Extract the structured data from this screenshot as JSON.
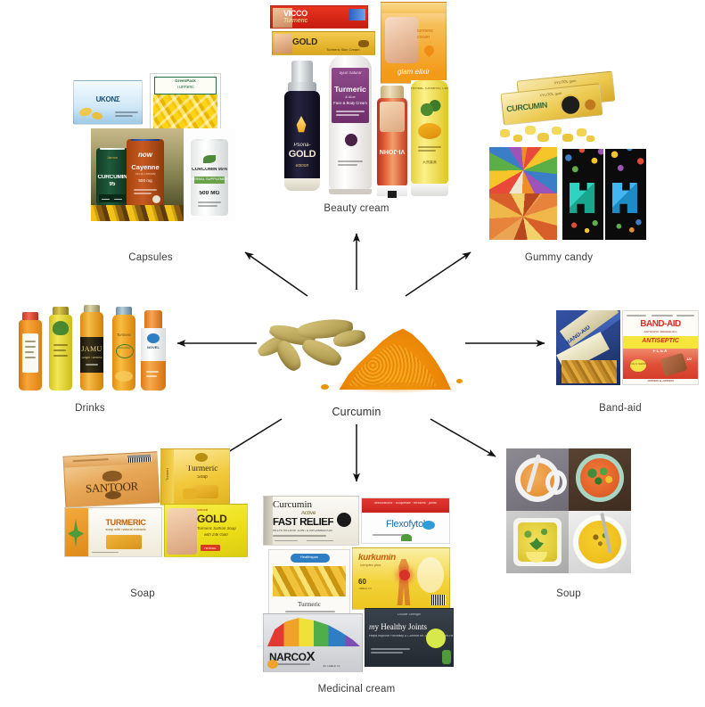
{
  "diagram": {
    "type": "radial-hub-and-spoke",
    "center": {
      "label": "Curcumin",
      "image_name": "turmeric-roots-and-powder"
    },
    "arrow_color": "#111111",
    "label_color": "#3a3a3a",
    "branch_count": 8,
    "branches": [
      {
        "id": "capsules",
        "label": "Capsules",
        "direction": "up-left",
        "products": [
          {
            "name": "UKON Σ supplement box",
            "brand": "UKONΣ",
            "type": "box",
            "color": "#e8f2fb"
          },
          {
            "name": "Turmeric capsules pack",
            "brand": "GreenPack",
            "sub": "Turmeric",
            "type": "pouch",
            "color": "#f3c518"
          },
          {
            "name": "Jarrow Formulas Curcumin 95",
            "brand": "Jarrow",
            "sub": "CURCUMIN 95",
            "type": "bottle",
            "color": "#1f5b3a"
          },
          {
            "name": "NOW Cayenne 500 mg",
            "brand": "now",
            "sub": "Cayenne",
            "dose": "500 mg",
            "type": "bottle",
            "color": "#c75a22"
          },
          {
            "name": "Curcumin 95% 500 MG bottle",
            "brand": "CURCUMIN 95%",
            "dose": "500 MG",
            "type": "bottle",
            "color": "#ffffff"
          }
        ]
      },
      {
        "id": "beauty-cream",
        "label": "Beauty cream",
        "direction": "up",
        "products": [
          {
            "name": "Vicco Turmeric cream carton",
            "brand": "VICCO",
            "sub": "Turmeric",
            "type": "carton",
            "color": "#d8271f"
          },
          {
            "name": "Gold Turmeric skin cream carton",
            "brand": "GOLD",
            "sub": "Turmeric Skin Cream with 24k Gold",
            "type": "carton",
            "color": "#e6b325"
          },
          {
            "name": "Glam Elixir turmeric cream box",
            "brand": "glam elixir",
            "sub": "turmeric cream",
            "type": "box",
            "color": "#f4a81d"
          },
          {
            "name": "Psoria-Gold pump bottle",
            "brand": "Psoria-GOLD",
            "type": "pump-bottle",
            "color": "#16142a"
          },
          {
            "name": "Ayuri Natural Turmeric face & body cream tube",
            "brand": "ayuri natural",
            "sub": "Turmeric Face & Body Cream",
            "type": "tube",
            "color": "#7b3f78"
          },
          {
            "name": "VI-JOHN turmeric cream tube",
            "brand": "VI-JOHN",
            "type": "tube",
            "color": "#d6402c"
          },
          {
            "name": "Herbal turmeric cream tube",
            "type": "tube",
            "color": "#f1d02c"
          }
        ]
      },
      {
        "id": "gummy-candy",
        "label": "Gummy candy",
        "direction": "up-right",
        "products": [
          {
            "name": "Xylitol Curcumin gum pack",
            "brand": "CURCUMIN",
            "sub": "XYLITOL gum",
            "type": "gum-pack",
            "color": "#e8c14a"
          },
          {
            "name": "Loose yellow gummy pieces",
            "type": "loose-candy",
            "color": "#f2d452"
          },
          {
            "name": "Mixed jelly beans photo",
            "type": "photo",
            "color": "#d8d44a"
          },
          {
            "name": "Assorted gummy candy photo",
            "type": "photo",
            "color": "#e2893d"
          },
          {
            "name": "Dark candy pouch pair",
            "type": "pouch",
            "color": "#111111"
          }
        ]
      },
      {
        "id": "band-aid",
        "label": "Band-aid",
        "direction": "right",
        "products": [
          {
            "name": "Band-Aid strip with turmeric photo",
            "brand": "BAND-AID",
            "type": "photo",
            "color": "#2f4f9e"
          },
          {
            "name": "Band-Aid Antiseptic box",
            "brand": "BAND-AID",
            "sub": "ANTISEPTIC",
            "count": "10",
            "type": "box",
            "color": "#e03127"
          }
        ]
      },
      {
        "id": "soup",
        "label": "Soup",
        "direction": "down-right",
        "products": [
          {
            "name": "Creamy turmeric soup in white mug",
            "type": "photo",
            "color": "#e9983e"
          },
          {
            "name": "Turmeric vegetable soup with herbs",
            "type": "photo",
            "color": "#e2622a"
          },
          {
            "name": "Yellow lentil soup in square bowl",
            "type": "photo",
            "color": "#e8d74a"
          },
          {
            "name": "Golden turmeric soup bowl",
            "type": "photo",
            "color": "#f0c21f"
          }
        ]
      },
      {
        "id": "medicinal-cream",
        "label": "Medicinal cream",
        "direction": "down",
        "products": [
          {
            "name": "Curcumin Active Fast Relief box",
            "brand": "Curcumin Active",
            "sub": "FAST RELIEF",
            "type": "box",
            "color": "#f2f0ea"
          },
          {
            "name": "Flexofytol box",
            "brand": "Flexofytol",
            "type": "box",
            "color": "#d8232a"
          },
          {
            "name": "Healthspan Turmeric box",
            "brand": "Turmeric",
            "type": "box",
            "color": "#f7f5ef"
          },
          {
            "name": "Kurkumin complex 60 tablets box",
            "brand": "kurkumin",
            "count": "60",
            "type": "box",
            "color": "#f6d33a"
          },
          {
            "name": "NarcoX box",
            "brand": "NARCOX",
            "type": "box",
            "color": "#d8dadd"
          },
          {
            "name": "My Healthy Joints box",
            "brand": "Healthy Joints",
            "type": "box",
            "color": "#2b3138"
          }
        ]
      },
      {
        "id": "soap",
        "label": "Soap",
        "direction": "down-left",
        "products": [
          {
            "name": "Santoor soap carton",
            "brand": "SANTOOR",
            "type": "carton",
            "color": "#e9a357"
          },
          {
            "name": "Turmeric soap carton",
            "brand": "Turmeric",
            "sub": "Soap",
            "type": "carton",
            "color": "#f3c73b"
          },
          {
            "name": "Turmeric soap box",
            "brand": "TURMERIC",
            "sub": "soap",
            "type": "carton",
            "color": "#f4a93c"
          },
          {
            "name": "Gold turmeric saffron soap carton",
            "brand": "GOLD",
            "sub": "Turmeric Saffron Soap with 24k Gold",
            "type": "carton",
            "color": "#f2e01f"
          }
        ]
      },
      {
        "id": "drinks",
        "label": "Drinks",
        "direction": "left",
        "products": [
          {
            "name": "Orange turmeric juice bottle",
            "type": "bottle",
            "color": "#f08a22"
          },
          {
            "name": "Yellow turmeric tonic bottle",
            "type": "bottle",
            "color": "#e7d83a"
          },
          {
            "name": "Jamu ginger turmeric bottle",
            "brand": "JAMU",
            "type": "bottle",
            "color": "#e8a521"
          },
          {
            "name": "Turmeric wellness drink bottle",
            "type": "bottle",
            "color": "#f0a81d"
          },
          {
            "name": "Novel turmeric beverage bottle",
            "brand": "NOVEL",
            "type": "bottle",
            "color": "#ef8a2a"
          }
        ]
      }
    ]
  }
}
